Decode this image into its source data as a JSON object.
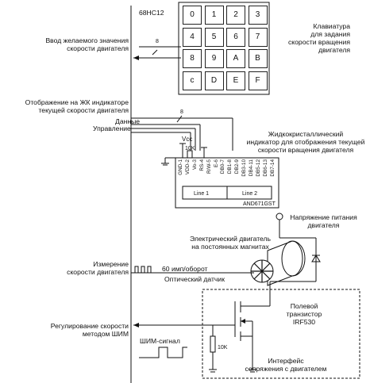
{
  "mcu": {
    "name": "68HC12"
  },
  "keypad": {
    "keys": [
      "0",
      "1",
      "2",
      "3",
      "4",
      "5",
      "6",
      "7",
      "8",
      "9",
      "A",
      "B",
      "c",
      "D",
      "E",
      "F"
    ],
    "label": [
      "Клавиатура",
      "для задания",
      "скорости вращения",
      "двигателя"
    ]
  },
  "signals": {
    "speed_input": [
      "Ввод желаемого значения",
      "скорости двигателя"
    ],
    "display_out": [
      "Отображение на ЖК индикаторе",
      "текущей скорости двигателя"
    ],
    "data": "Данные",
    "control": "Управление",
    "measure": [
      "Измерение",
      "скорости двигателя"
    ],
    "pwm_ctrl": [
      "Регулирование скорости",
      "методом ШИМ"
    ],
    "bus_width_keypad": "8",
    "bus_width_lcd": "8"
  },
  "lcd": {
    "title": [
      "Жидкокристаллический",
      "индикатор для отображения текущей",
      "скорости вращения двигателя"
    ],
    "pins": [
      "GND-1",
      "VDD-2",
      "Vo-3",
      "RS-4",
      "R/W-5",
      "E-6",
      "DB0-7",
      "DB1-8",
      "DB2-9",
      "DB3-10",
      "DB4-11",
      "DB5-12",
      "DB6-13",
      "DB7-14"
    ],
    "line1": "Line 1",
    "line2": "Line 2",
    "model": "AND671GST",
    "vcc": "Vcc",
    "pot": "10K"
  },
  "motor": {
    "supply": [
      "Напряжение питания",
      "двигателя"
    ],
    "label": [
      "Электрический двигатель",
      "на постоянных магнитах"
    ],
    "pulses": "60 имп/оборот",
    "sensor": "Оптический датчик"
  },
  "driver": {
    "transistor": [
      "Полевой",
      "транзистор",
      "IRF530"
    ],
    "pwm_signal": "ШИМ-сигнал",
    "resistor": "10K",
    "interface": [
      "Интерфейс",
      "сопряжения с двигателем"
    ]
  }
}
